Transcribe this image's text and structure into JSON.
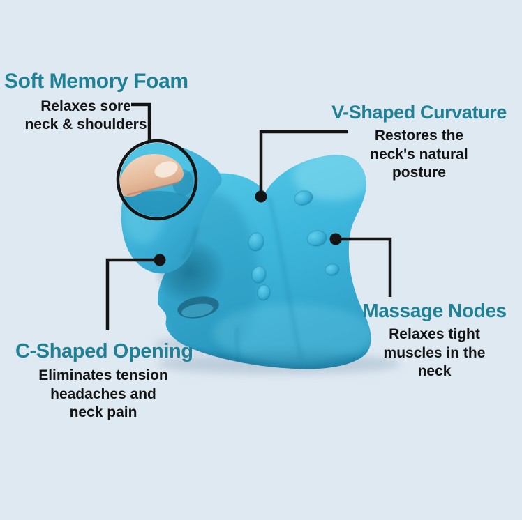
{
  "colors": {
    "background": "#dfe9f2",
    "accent_teal": "#1f8193",
    "text_black": "#141414",
    "connector_black": "#141414",
    "product_main": "#3fbade",
    "product_highlight": "#7cd7ed",
    "product_shadow": "#2b9cc2"
  },
  "product": {
    "description": "Teal cervical neck stretcher pillow with massage nodes",
    "zoom_inset": "Finger pressing soft memory foam"
  },
  "callouts": {
    "soft_memory_foam": {
      "title": "Soft Memory Foam",
      "lines": [
        "Relaxes sore",
        "neck & shoulders"
      ]
    },
    "v_shaped_curvature": {
      "title": "V-Shaped Curvature",
      "lines": [
        "Restores the",
        "neck's natural",
        "posture"
      ]
    },
    "massage_nodes": {
      "title": "Massage Nodes",
      "lines": [
        "Relaxes tight",
        "muscles in the",
        "neck"
      ]
    },
    "c_shaped_opening": {
      "title": "C-Shaped Opening",
      "lines": [
        "Eliminates tension",
        "headaches and",
        "neck pain"
      ]
    }
  }
}
